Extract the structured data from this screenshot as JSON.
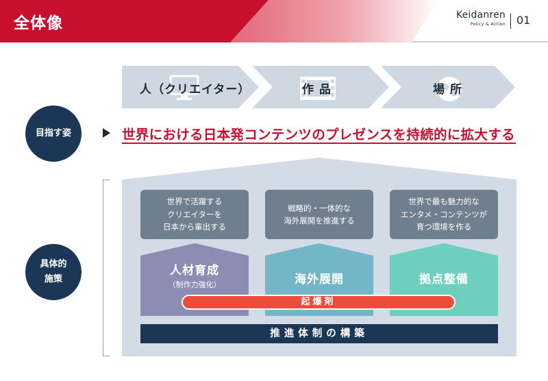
{
  "header": {
    "title": "全体像",
    "brand_name": "Keidanren",
    "brand_sub": "Policy & Action",
    "page_number": "01"
  },
  "flow": {
    "steps": [
      {
        "label": "人（クリエイター）",
        "icon": "monitor-icon"
      },
      {
        "label": "作品",
        "icon": "film-icon"
      },
      {
        "label": "場所",
        "icon": "globe-icon"
      }
    ]
  },
  "goal": {
    "circle_label": "目指す姿",
    "headline": "世界における日本発コンテンツのプレゼンスを持続的に拡大する"
  },
  "measures": {
    "circle_line1": "具体的",
    "circle_line2": "施策",
    "objectives": [
      {
        "line1": "世界で活躍する",
        "line2": "クリエイターを",
        "line3": "日本から輩出する"
      },
      {
        "line1": "戦略的・一体的な",
        "line2": "海外展開を推進する",
        "line3": ""
      },
      {
        "line1": "世界で最も魅力的な",
        "line2": "エンタメ・コンテンツが",
        "line3": "育つ環境を作る"
      }
    ],
    "pillars": [
      {
        "title": "人材育成",
        "sub": "（制作力強化）"
      },
      {
        "title": "海外展開",
        "sub": ""
      },
      {
        "title": "拠点整備",
        "sub": ""
      }
    ],
    "catalyst": "起爆剤",
    "foundation": "推進体制の構築"
  },
  "colors": {
    "accent_red": "#c8102e",
    "navy": "#1c3756",
    "pillar1": "#8b8db3",
    "pillar2": "#72b6c8",
    "pillar3": "#6fcfbf",
    "catalyst": "#eb4d3a"
  }
}
